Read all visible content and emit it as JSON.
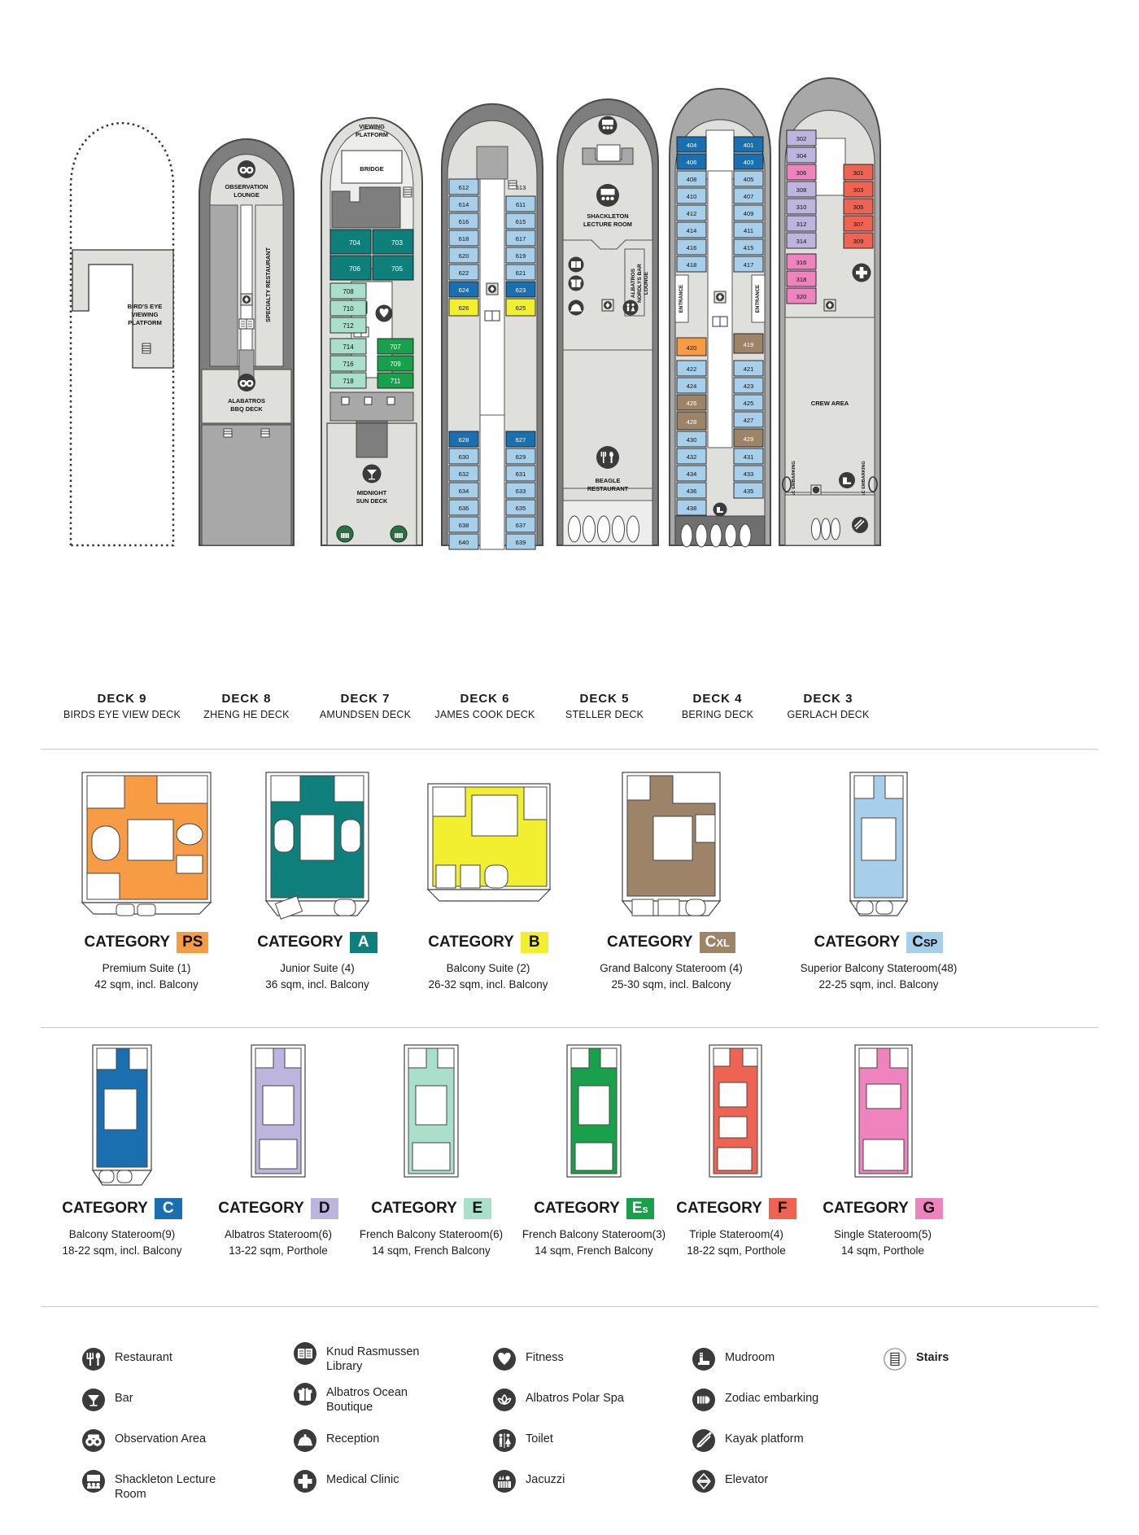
{
  "decks": [
    {
      "id": "deck9",
      "title": "DECK  9",
      "subtitle": "BIRDS EYE VIEW DECK",
      "rooms": [],
      "areas": [
        "BIRD'S EYE VIEWING PLATFORM"
      ]
    },
    {
      "id": "deck8",
      "title": "DECK  8",
      "subtitle": "ZHENG HE DECK",
      "rooms": [],
      "areas": [
        "OBSERVATION LOUNGE",
        "SPECIALTY RESTAURANT",
        "ALABATROS BBQ DECK"
      ]
    },
    {
      "id": "deck7",
      "title": "DECK  7",
      "subtitle": "AMUNDSEN DECK",
      "areas": [
        "VIEWING PLATFORM",
        "BRIDGE",
        "MIDNIGHT SUN DECK"
      ],
      "rooms": [
        "704",
        "703",
        "706",
        "705",
        "708",
        "710",
        "712",
        "714",
        "716",
        "718",
        "707",
        "709",
        "711"
      ]
    },
    {
      "id": "deck6",
      "title": "DECK  6",
      "subtitle": "JAMES COOK DECK",
      "areas": [],
      "rooms": [
        "612",
        "611",
        "614",
        "613",
        "616",
        "615",
        "618",
        "617",
        "620",
        "619",
        "622",
        "621",
        "624",
        "623",
        "626",
        "625",
        "628",
        "627",
        "630",
        "629",
        "632",
        "631",
        "634",
        "633",
        "636",
        "635",
        "638",
        "637",
        "640",
        "639"
      ]
    },
    {
      "id": "deck5",
      "title": "DECK  5",
      "subtitle": "STELLER DECK",
      "areas": [
        "SHACKLETON LECTURE ROOM",
        "ALBATROS NORDLYS BAR LOUNGE",
        "BEAGLE RESTAURANT"
      ],
      "rooms": []
    },
    {
      "id": "deck4",
      "title": "DECK  4",
      "subtitle": "BERING DECK",
      "areas": [
        "ENTRANCE",
        "ENTRANCE"
      ],
      "rooms": [
        "404",
        "401",
        "406",
        "403",
        "408",
        "405",
        "410",
        "407",
        "412",
        "409",
        "414",
        "411",
        "416",
        "415",
        "418",
        "417",
        "420",
        "419",
        "422",
        "421",
        "424",
        "423",
        "426",
        "425",
        "428",
        "427",
        "430",
        "429",
        "432",
        "431",
        "434",
        "433",
        "436",
        "435",
        "438"
      ]
    },
    {
      "id": "deck3",
      "title": "DECK  3",
      "subtitle": "GERLACH DECK",
      "areas": [
        "CREW AREA",
        "ZODIAC EMBARKING",
        "ZODIAC EMBARKING"
      ],
      "rooms": [
        "302",
        "304",
        "306",
        "301",
        "308",
        "303",
        "310",
        "305",
        "312",
        "307",
        "314",
        "309",
        "316",
        "318",
        "320"
      ]
    }
  ],
  "categories_row1": [
    {
      "code": "PS",
      "code_sub": "",
      "color": "#F79B45",
      "label": "CATEGORY",
      "name": "Premium Suite (1)",
      "size": "42 sqm, incl. Balcony"
    },
    {
      "code": "A",
      "code_sub": "",
      "color": "#0E7F7A",
      "label": "CATEGORY",
      "name": "Junior Suite (4)",
      "size": "36 sqm, incl. Balcony"
    },
    {
      "code": "B",
      "code_sub": "",
      "color": "#F2EF31",
      "label": "CATEGORY",
      "name": "Balcony Suite (2)",
      "size": "26-32 sqm, incl. Balcony"
    },
    {
      "code": "C",
      "code_sub": "XL",
      "color": "#9D8468",
      "label": "CATEGORY",
      "name": "Grand Balcony Stateroom (4)",
      "size": "25-30 sqm, incl. Balcony"
    },
    {
      "code": "C",
      "code_sub": "SP",
      "color": "#A8CFEA",
      "label": "CATEGORY",
      "name": "Superior Balcony Stateroom(48)",
      "size": "22-25 sqm, incl. Balcony"
    }
  ],
  "categories_row2": [
    {
      "code": "C",
      "code_sub": "",
      "color": "#1A6FB0",
      "label": "CATEGORY",
      "name": "Balcony Stateroom(9)",
      "size": "18-22 sqm, incl. Balcony"
    },
    {
      "code": "D",
      "code_sub": "",
      "color": "#BDB5DE",
      "label": "CATEGORY",
      "name": "Albatros Stateroom(6)",
      "size": "13-22 sqm, Porthole"
    },
    {
      "code": "E",
      "code_sub": "",
      "color": "#A9DFCB",
      "label": "CATEGORY",
      "name": "French Balcony Stateroom(6)",
      "size": "14 sqm, French Balcony"
    },
    {
      "code": "E",
      "code_sub": "s",
      "color": "#18A04A",
      "label": "CATEGORY",
      "name": "French Balcony Stateroom(3)",
      "size": "14 sqm, French Balcony"
    },
    {
      "code": "F",
      "code_sub": "",
      "color": "#EE6352",
      "label": "CATEGORY",
      "name": "Triple Stateroom(4)",
      "size": "18-22 sqm, Porthole"
    },
    {
      "code": "G",
      "code_sub": "",
      "color": "#EE83BE",
      "label": "CATEGORY",
      "name": "Single Stateroom(5)",
      "size": "14 sqm, Porthole"
    }
  ],
  "legend": [
    {
      "icon": "restaurant-icon",
      "label": "Restaurant",
      "col": 0,
      "row": 0,
      "bold": false
    },
    {
      "icon": "bar-icon",
      "label": "Bar",
      "col": 0,
      "row": 1,
      "bold": false
    },
    {
      "icon": "observation-icon",
      "label": "Observation Area",
      "col": 0,
      "row": 2,
      "bold": false
    },
    {
      "icon": "lecture-room-icon",
      "label": "Shackleton Lecture Room",
      "col": 0,
      "row": 3,
      "bold": false
    },
    {
      "icon": "library-icon",
      "label": "Knud Rasmussen Library",
      "col": 1,
      "row": 0,
      "bold": false
    },
    {
      "icon": "boutique-icon",
      "label": "Albatros Ocean Boutique",
      "col": 1,
      "row": 1,
      "bold": false
    },
    {
      "icon": "reception-icon",
      "label": "Reception",
      "col": 1,
      "row": 2,
      "bold": false
    },
    {
      "icon": "medical-clinic-icon",
      "label": "Medical Clinic",
      "col": 1,
      "row": 3,
      "bold": false
    },
    {
      "icon": "fitness-icon",
      "label": "Fitness",
      "col": 2,
      "row": 0,
      "bold": false
    },
    {
      "icon": "spa-icon",
      "label": "Albatros Polar Spa",
      "col": 2,
      "row": 1,
      "bold": false
    },
    {
      "icon": "toilet-icon",
      "label": "Toilet",
      "col": 2,
      "row": 2,
      "bold": false
    },
    {
      "icon": "jacuzzi-icon",
      "label": "Jacuzzi",
      "col": 2,
      "row": 3,
      "bold": false
    },
    {
      "icon": "mudroom-icon",
      "label": "Mudroom",
      "col": 3,
      "row": 0,
      "bold": false
    },
    {
      "icon": "zodiac-icon",
      "label": "Zodiac embarking",
      "col": 3,
      "row": 1,
      "bold": false
    },
    {
      "icon": "kayak-icon",
      "label": "Kayak platform",
      "col": 3,
      "row": 2,
      "bold": false
    },
    {
      "icon": "elevator-icon",
      "label": "Elevator",
      "col": 3,
      "row": 3,
      "bold": false
    },
    {
      "icon": "stairs-icon",
      "label": "Stairs",
      "col": 4,
      "row": 0,
      "bold": true
    }
  ],
  "deck_texts": {
    "birds_eye": "BIRD'S EYE\nVIEWING\nPLATFORM",
    "observation_lounge": "OBSERVATION\nLOUNGE",
    "specialty_restaurant": "SPECIALTY RESTAURANT",
    "albatros_bbq": "ALABATROS\nBBQ DECK",
    "viewing_platform": "VIEWING\nPLATFORM",
    "bridge": "BRIDGE",
    "midnight_sun": "MIDNIGHT\nSUN DECK",
    "shackleton": "SHACKLETON\nLECTURE ROOM",
    "nordlys": "ALBATROS\nNORDLYS BAR\nLOUNGE",
    "beagle": "BEAGLE\nRESTAURANT",
    "crew_area": "CREW AREA",
    "entrance": "ENTRANCE",
    "zodiac_embarking": "ZODIAC EMBARKING"
  },
  "colors": {
    "hull_dark": "#7E7E7E",
    "hull_mid": "#A8A8A8",
    "deck_light": "#DFE0DC",
    "cabin_csp": "#A8CFEA",
    "cabin_c": "#1A6FB0",
    "cabin_a": "#0E7F7A",
    "cabin_e": "#A9DFCB",
    "cabin_es": "#18A04A",
    "cabin_b": "#F2EF31",
    "cabin_ps": "#F79B45",
    "cabin_cxl": "#9D8468",
    "cabin_d": "#BDB5DE",
    "cabin_f": "#EE6352",
    "cabin_g": "#EE83BE"
  }
}
